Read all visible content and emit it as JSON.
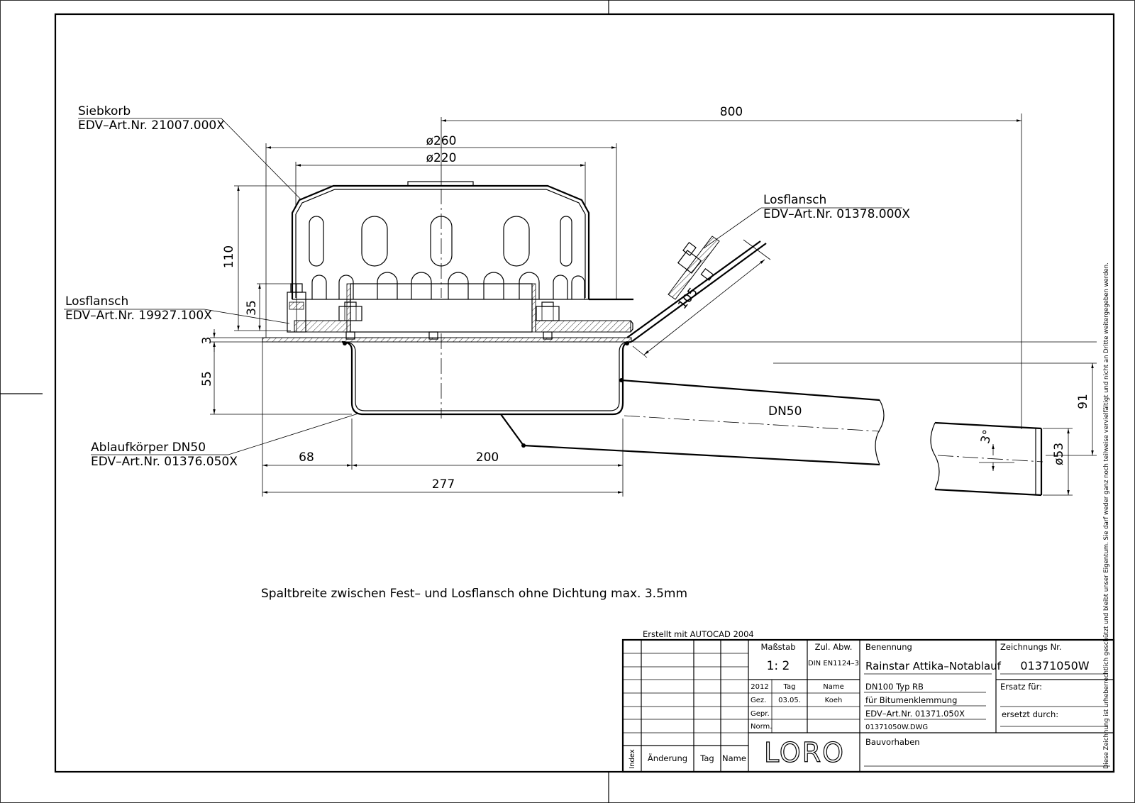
{
  "labels": {
    "siebkorb_name": "Siebkorb",
    "siebkorb_art": "EDV–Art.Nr. 21007.000X",
    "losflansch_right_name": "Losflansch",
    "losflansch_right_art": "EDV–Art.Nr. 01378.000X",
    "losflansch_left_name": "Losflansch",
    "losflansch_left_art": "EDV–Art.Nr. 19927.100X",
    "ablauf_name": "Ablaufkörper DN50",
    "ablauf_art": "EDV–Art.Nr. 01376.050X",
    "pipe": "DN50"
  },
  "dimensions": {
    "d800": "800",
    "d260": "ø260",
    "d220": "ø220",
    "d110": "110",
    "d35": "35",
    "d3": "3",
    "d55": "55",
    "d105": "105",
    "d91": "91",
    "d53": "ø53",
    "d68": "68",
    "d200": "200",
    "d277": "277",
    "angle": "3°"
  },
  "note": "Spaltbreite zwischen Fest– und Losflansch ohne Dichtung max. 3.5mm",
  "created_with": "Erstellt mit AUTOCAD 2004",
  "side_notice": "Diese Zeichnung ist urheberrechtlich geschützt und bleibt unser Eigentum. Sie darf weder ganz noch teilweise vervielfältigt und nicht an Dritte weitergegeben werden.",
  "title_block": {
    "massstab_label": "Maßstab",
    "massstab_value": "1: 2",
    "zul_abw_label": "Zul. Abw.",
    "zul_abw_value": "DIN EN1124–3",
    "benennung_label": "Benennung",
    "benennung_value": "Rainstar Attika–Notablauf",
    "zeichnungs_nr_label": "Zeichnungs Nr.",
    "zeichnungs_nr_value": "01371050W",
    "year": "2012",
    "tag_label": "Tag",
    "name_label": "Name",
    "gez_label": "Gez.",
    "gez_tag": "03.05.",
    "gez_name": "Koeh",
    "gepr_label": "Gepr.",
    "norm_label": "Norm.",
    "desc_line1": "DN100 Typ RB",
    "desc_line2": "für Bitumenklemmung",
    "desc_line3": "EDV–Art.Nr. 01371.050X",
    "desc_line4": "01371050W.DWG",
    "ersatz_fuer_label": "Ersatz für:",
    "ersetzt_durch_label": "ersetzt durch:",
    "bauvorhaben_label": "Bauvorhaben",
    "index_label": "Index",
    "aenderung_label": "Änderung",
    "rev_tag_label": "Tag",
    "rev_name_label": "Name",
    "logo_text": "LORO"
  }
}
